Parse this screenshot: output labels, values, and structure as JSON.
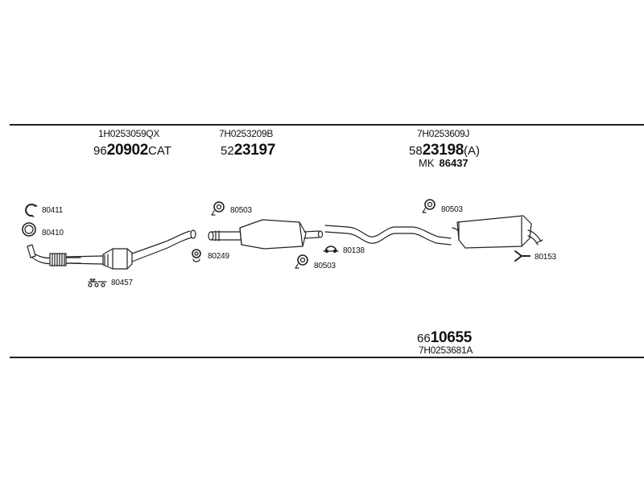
{
  "parts": {
    "front": {
      "oe_number": "1H0253059QX",
      "prefix": "96",
      "number": "20902",
      "suffix": "CAT"
    },
    "middle": {
      "oe_number": "7H0253209B",
      "prefix": "52",
      "number": "23197",
      "suffix": ""
    },
    "rear": {
      "oe_number": "7H0253609J",
      "prefix": "58",
      "number": "23198",
      "suffix": "(A)",
      "mk_prefix": "MK",
      "mk_number": "86437"
    },
    "complete": {
      "oe_number": "7H0253681A",
      "prefix": "66",
      "number": "10655",
      "suffix": ""
    }
  },
  "accessories": {
    "a80411": "80411",
    "a80410": "80410",
    "a80457": "80457",
    "a80503_mid": "80503",
    "a80249": "80249",
    "a80138": "80138",
    "a80503_low": "80503",
    "a80503_rear": "80503",
    "a80153": "80153"
  }
}
